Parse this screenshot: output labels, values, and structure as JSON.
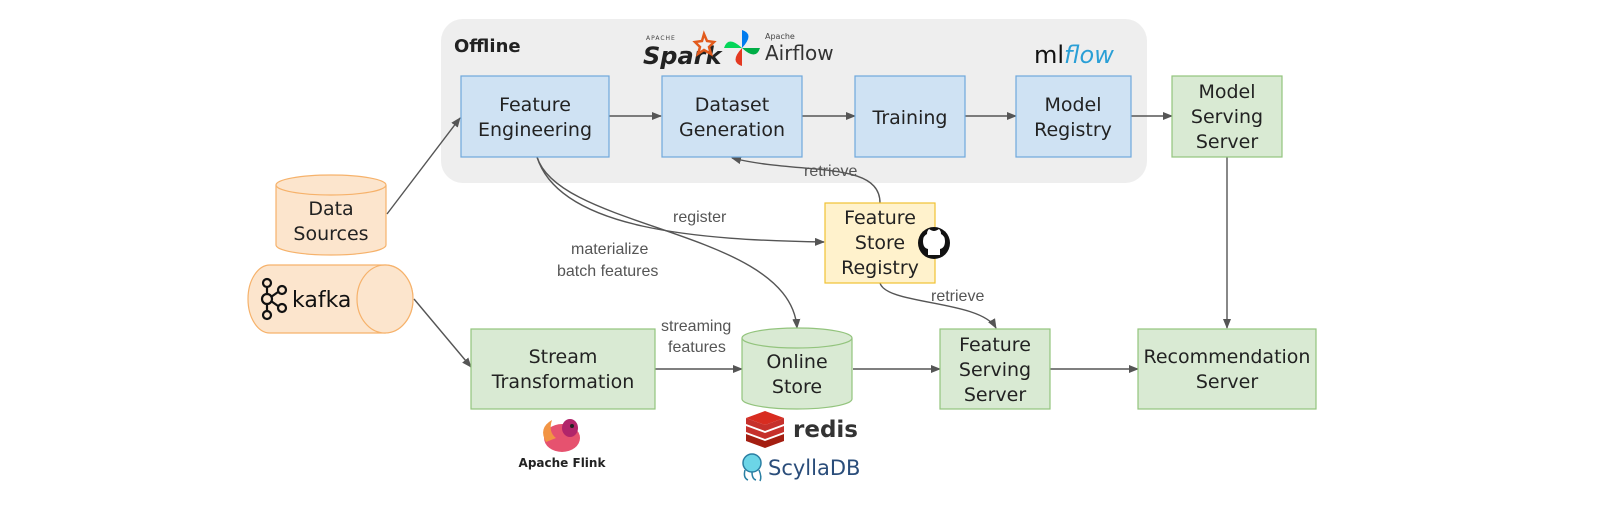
{
  "region": {
    "offline_label": "Offline"
  },
  "nodes": {
    "feature_engineering": [
      "Feature",
      "Engineering"
    ],
    "dataset_generation": [
      "Dataset",
      "Generation"
    ],
    "training": [
      "Training"
    ],
    "model_registry": [
      "Model",
      "Registry"
    ],
    "model_serving_server": [
      "Model",
      "Serving",
      "Server"
    ],
    "data_sources": [
      "Data",
      "Sources"
    ],
    "feature_store_registry": [
      "Feature",
      "Store",
      "Registry"
    ],
    "stream_transformation": [
      "Stream",
      "Transformation"
    ],
    "online_store": [
      "Online",
      "Store"
    ],
    "feature_serving_server": [
      "Feature",
      "Serving",
      "Server"
    ],
    "recommendation_server": [
      "Recommendation",
      "Server"
    ]
  },
  "edge_labels": {
    "retrieve_top": "retrieve",
    "register": "register",
    "materialize": [
      "materialize",
      "batch features"
    ],
    "retrieve_bottom": "retrieve",
    "streaming": [
      "streaming",
      "features"
    ]
  },
  "logos": {
    "spark": {
      "small": "APACHE",
      "main": "Spark"
    },
    "airflow": {
      "small": "Apache",
      "main": "Airflow"
    },
    "mlflow": {
      "ml": "ml",
      "flow": "flow"
    },
    "kafka": "kafka",
    "flink": "Apache Flink",
    "redis": "redis",
    "scylla": "ScyllaDB",
    "github": "github-icon"
  },
  "colors": {
    "offline_bg": "#eeeeee",
    "blue_fill": "#cfe2f3",
    "blue_stroke": "#6fa8dc",
    "green_fill": "#d9ead3",
    "green_stroke": "#93c47d",
    "orange_fill": "#fce5cd",
    "orange_stroke": "#f6b26b",
    "yellow_fill": "#fff2cc",
    "yellow_stroke": "#f1c232",
    "arrow": "#555555"
  }
}
